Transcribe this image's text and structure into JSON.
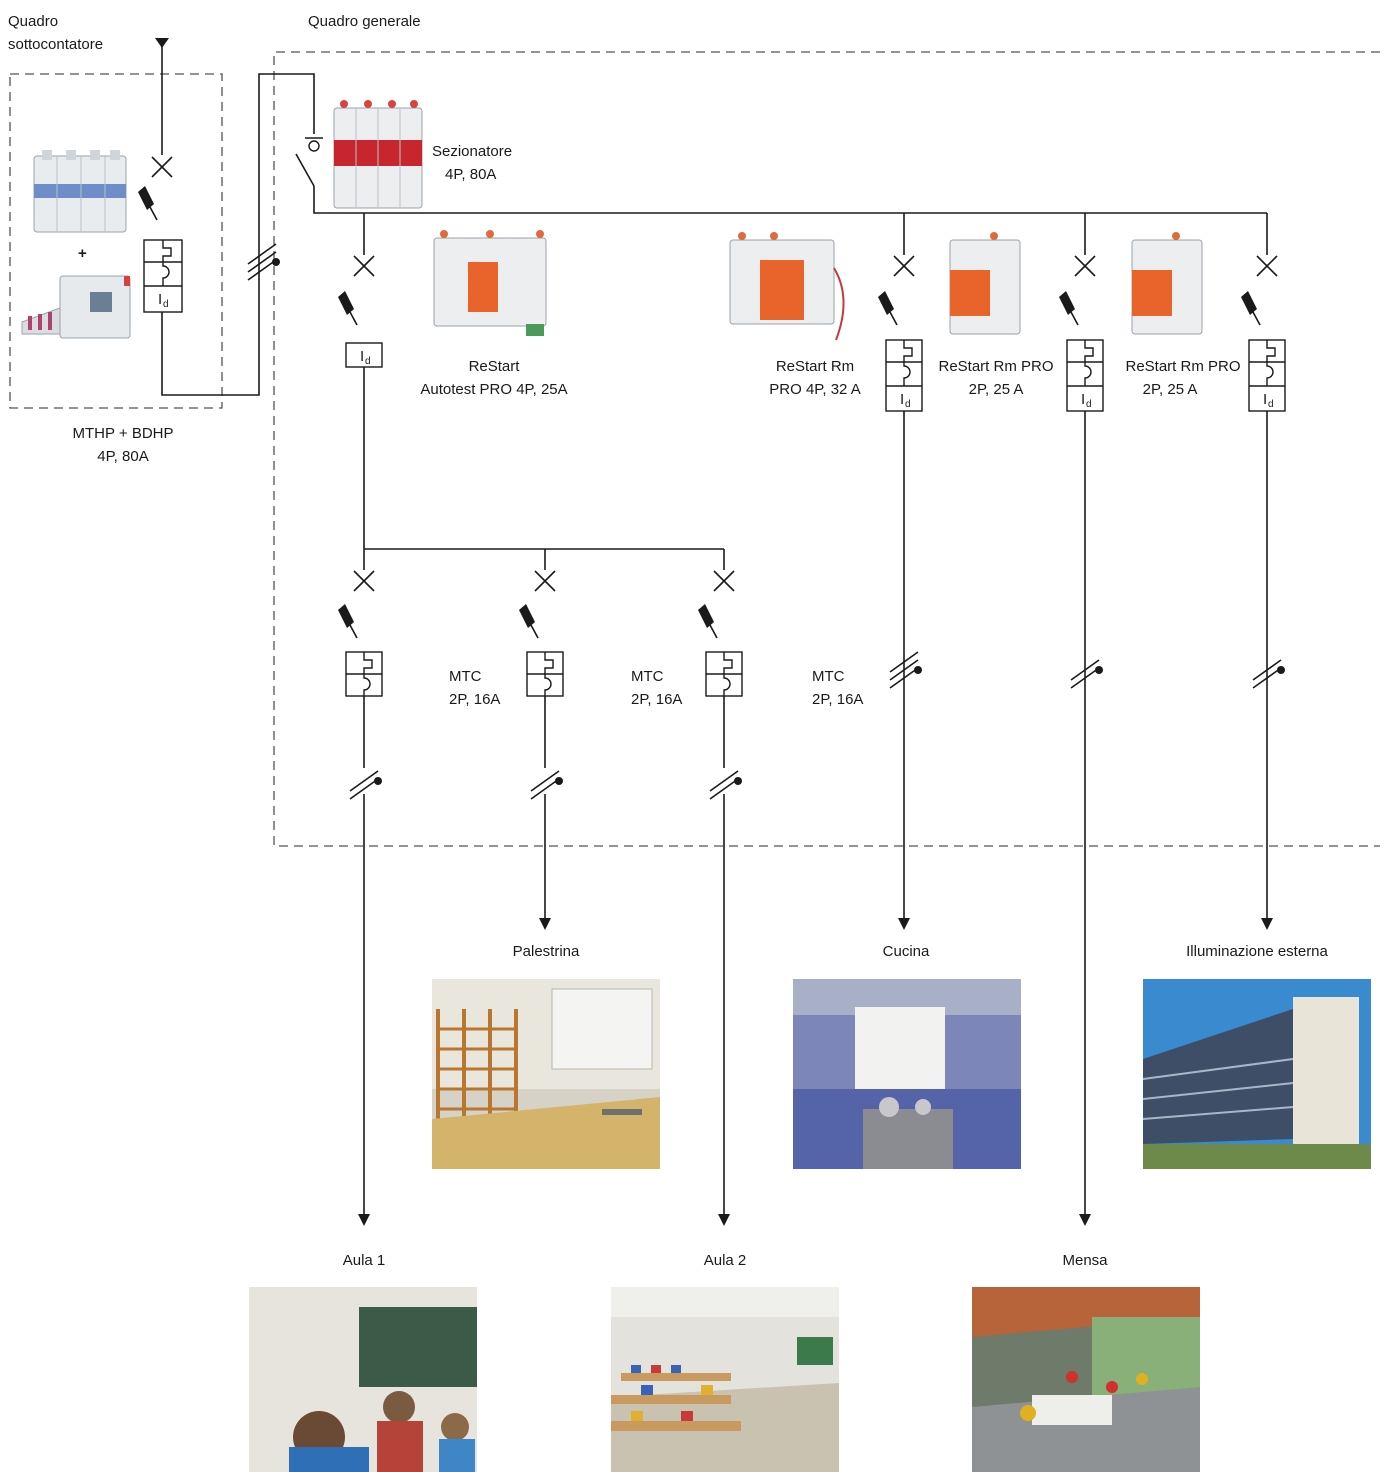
{
  "header": {
    "sub_panel_title": "Quadro",
    "sub_panel_title_2": "sottocontatore",
    "main_panel_title": "Quadro generale"
  },
  "devices": {
    "mthp": {
      "line1": "MTHP + BDHP",
      "line2": "4P, 80A"
    },
    "sezionatore": {
      "line1": "Sezionatore",
      "line2": "4P, 80A"
    },
    "restart_autotest": {
      "line1": "ReStart",
      "line2": "Autotest PRO 4P, 25A"
    },
    "restart_rm_4p": {
      "line1": "ReStart Rm",
      "line2": "PRO 4P, 32 A"
    },
    "restart_rm_pro_a": {
      "line1": "ReStart Rm PRO",
      "line2": "2P, 25 A"
    },
    "restart_rm_pro_b": {
      "line1": "ReStart Rm PRO",
      "line2": "2P, 25 A"
    },
    "mtc_1": {
      "line1": "MTC",
      "line2": "2P, 16A"
    },
    "mtc_2": {
      "line1": "MTC",
      "line2": "2P, 16A"
    },
    "mtc_3": {
      "line1": "MTC",
      "line2": "2P, 16A"
    }
  },
  "symbols": {
    "residual_current": "I",
    "residual_sub": "d",
    "plus": "+"
  },
  "loads": {
    "palestrina": "Palestrina",
    "cucina": "Cucina",
    "illuminazione": "Illuminazione esterna",
    "aula1": "Aula 1",
    "aula2": "Aula 2",
    "mensa": "Mensa"
  },
  "colors": {
    "line": "#1a1a1a",
    "dashed": "#555555",
    "device_orange": "#e8642a",
    "device_red": "#c8262e",
    "device_blue": "#5a78b8"
  }
}
